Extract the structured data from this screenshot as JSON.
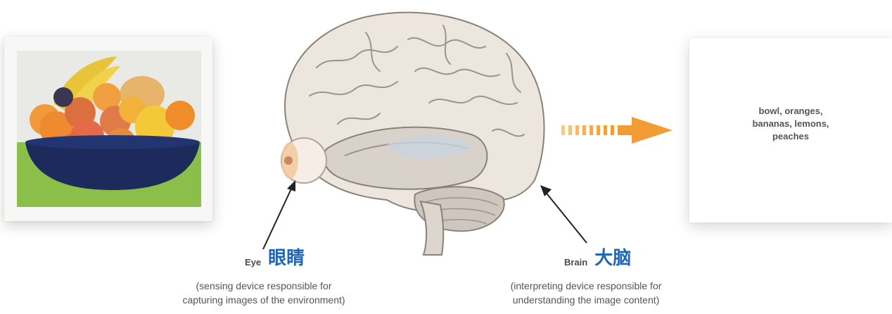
{
  "input_image": {
    "subject": "fruit bowl photograph"
  },
  "eye": {
    "label_en": "Eye",
    "label_zh": "眼睛",
    "description": "(sensing device responsible for\ncapturing images of the environment)"
  },
  "brain": {
    "label_en": "Brain",
    "label_zh": "大脑",
    "description": "(interpreting device responsible for\nunderstanding the image content)"
  },
  "output": {
    "text": "bowl, oranges,\nbananas, lemons,\npeaches"
  },
  "colors": {
    "arrow": "#f39c33",
    "chinese_label": "#1f66b8",
    "bowl": "#1c2a5c",
    "table": "#8bbf4a"
  }
}
